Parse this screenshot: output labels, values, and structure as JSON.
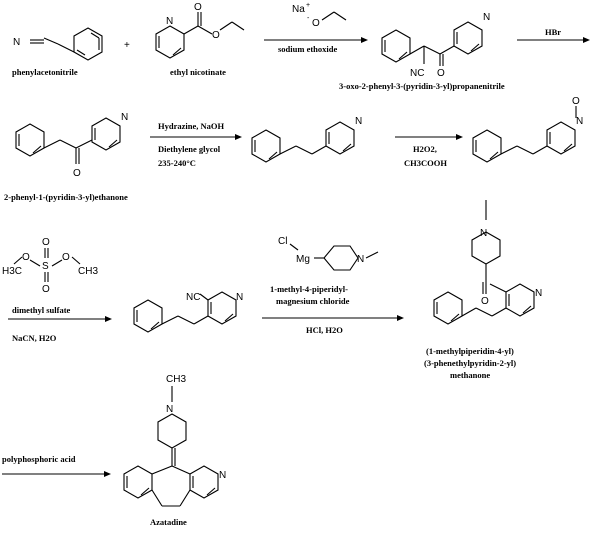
{
  "compounds": {
    "phenylacetonitrile": "phenylacetonitrile",
    "ethyl_nicotinate": "ethyl nicotinate",
    "oxo_nitrile": "3-oxo-2-phenyl-3-(pyridin-3-yl)propanenitrile",
    "ketone": "2-phenyl-1-(pyridin-3-yl)ethanone",
    "grignard_line1": "1-methyl-4-piperidyl-",
    "grignard_line2": "magnesium chloride",
    "product_line1": "(1-methylpiperidin-4-yl)",
    "product_line2": "(3-phenethylpyridin-2-yl)",
    "product_line3": "methanone",
    "final": "Azatadine"
  },
  "reagents": {
    "sodium_ethoxide": "sodium ethoxide",
    "hbr": "HBr",
    "hydrazine": "Hydrazine, NaOH",
    "diethylene_glycol": "Diethylene glycol",
    "temperature": "235-240°C",
    "h2o2": "H2O2,",
    "ch3cooh": "CH3COOH",
    "dimethyl_sulfate": "dimethyl sulfate",
    "nacn": "NaCN, H2O",
    "hcl": "HCl, H2O",
    "ppa": "polyphosphoric acid"
  },
  "symbols": {
    "plus": "+",
    "na": "Na",
    "sup_plus": "+",
    "o_minus": "O",
    "minus": "-",
    "N": "N",
    "O": "O",
    "NC": "NC",
    "S": "S",
    "H3C": "H3C",
    "CH3": "CH3",
    "Cl": "Cl",
    "Mg": "Mg",
    "N_plus_O": "O"
  }
}
